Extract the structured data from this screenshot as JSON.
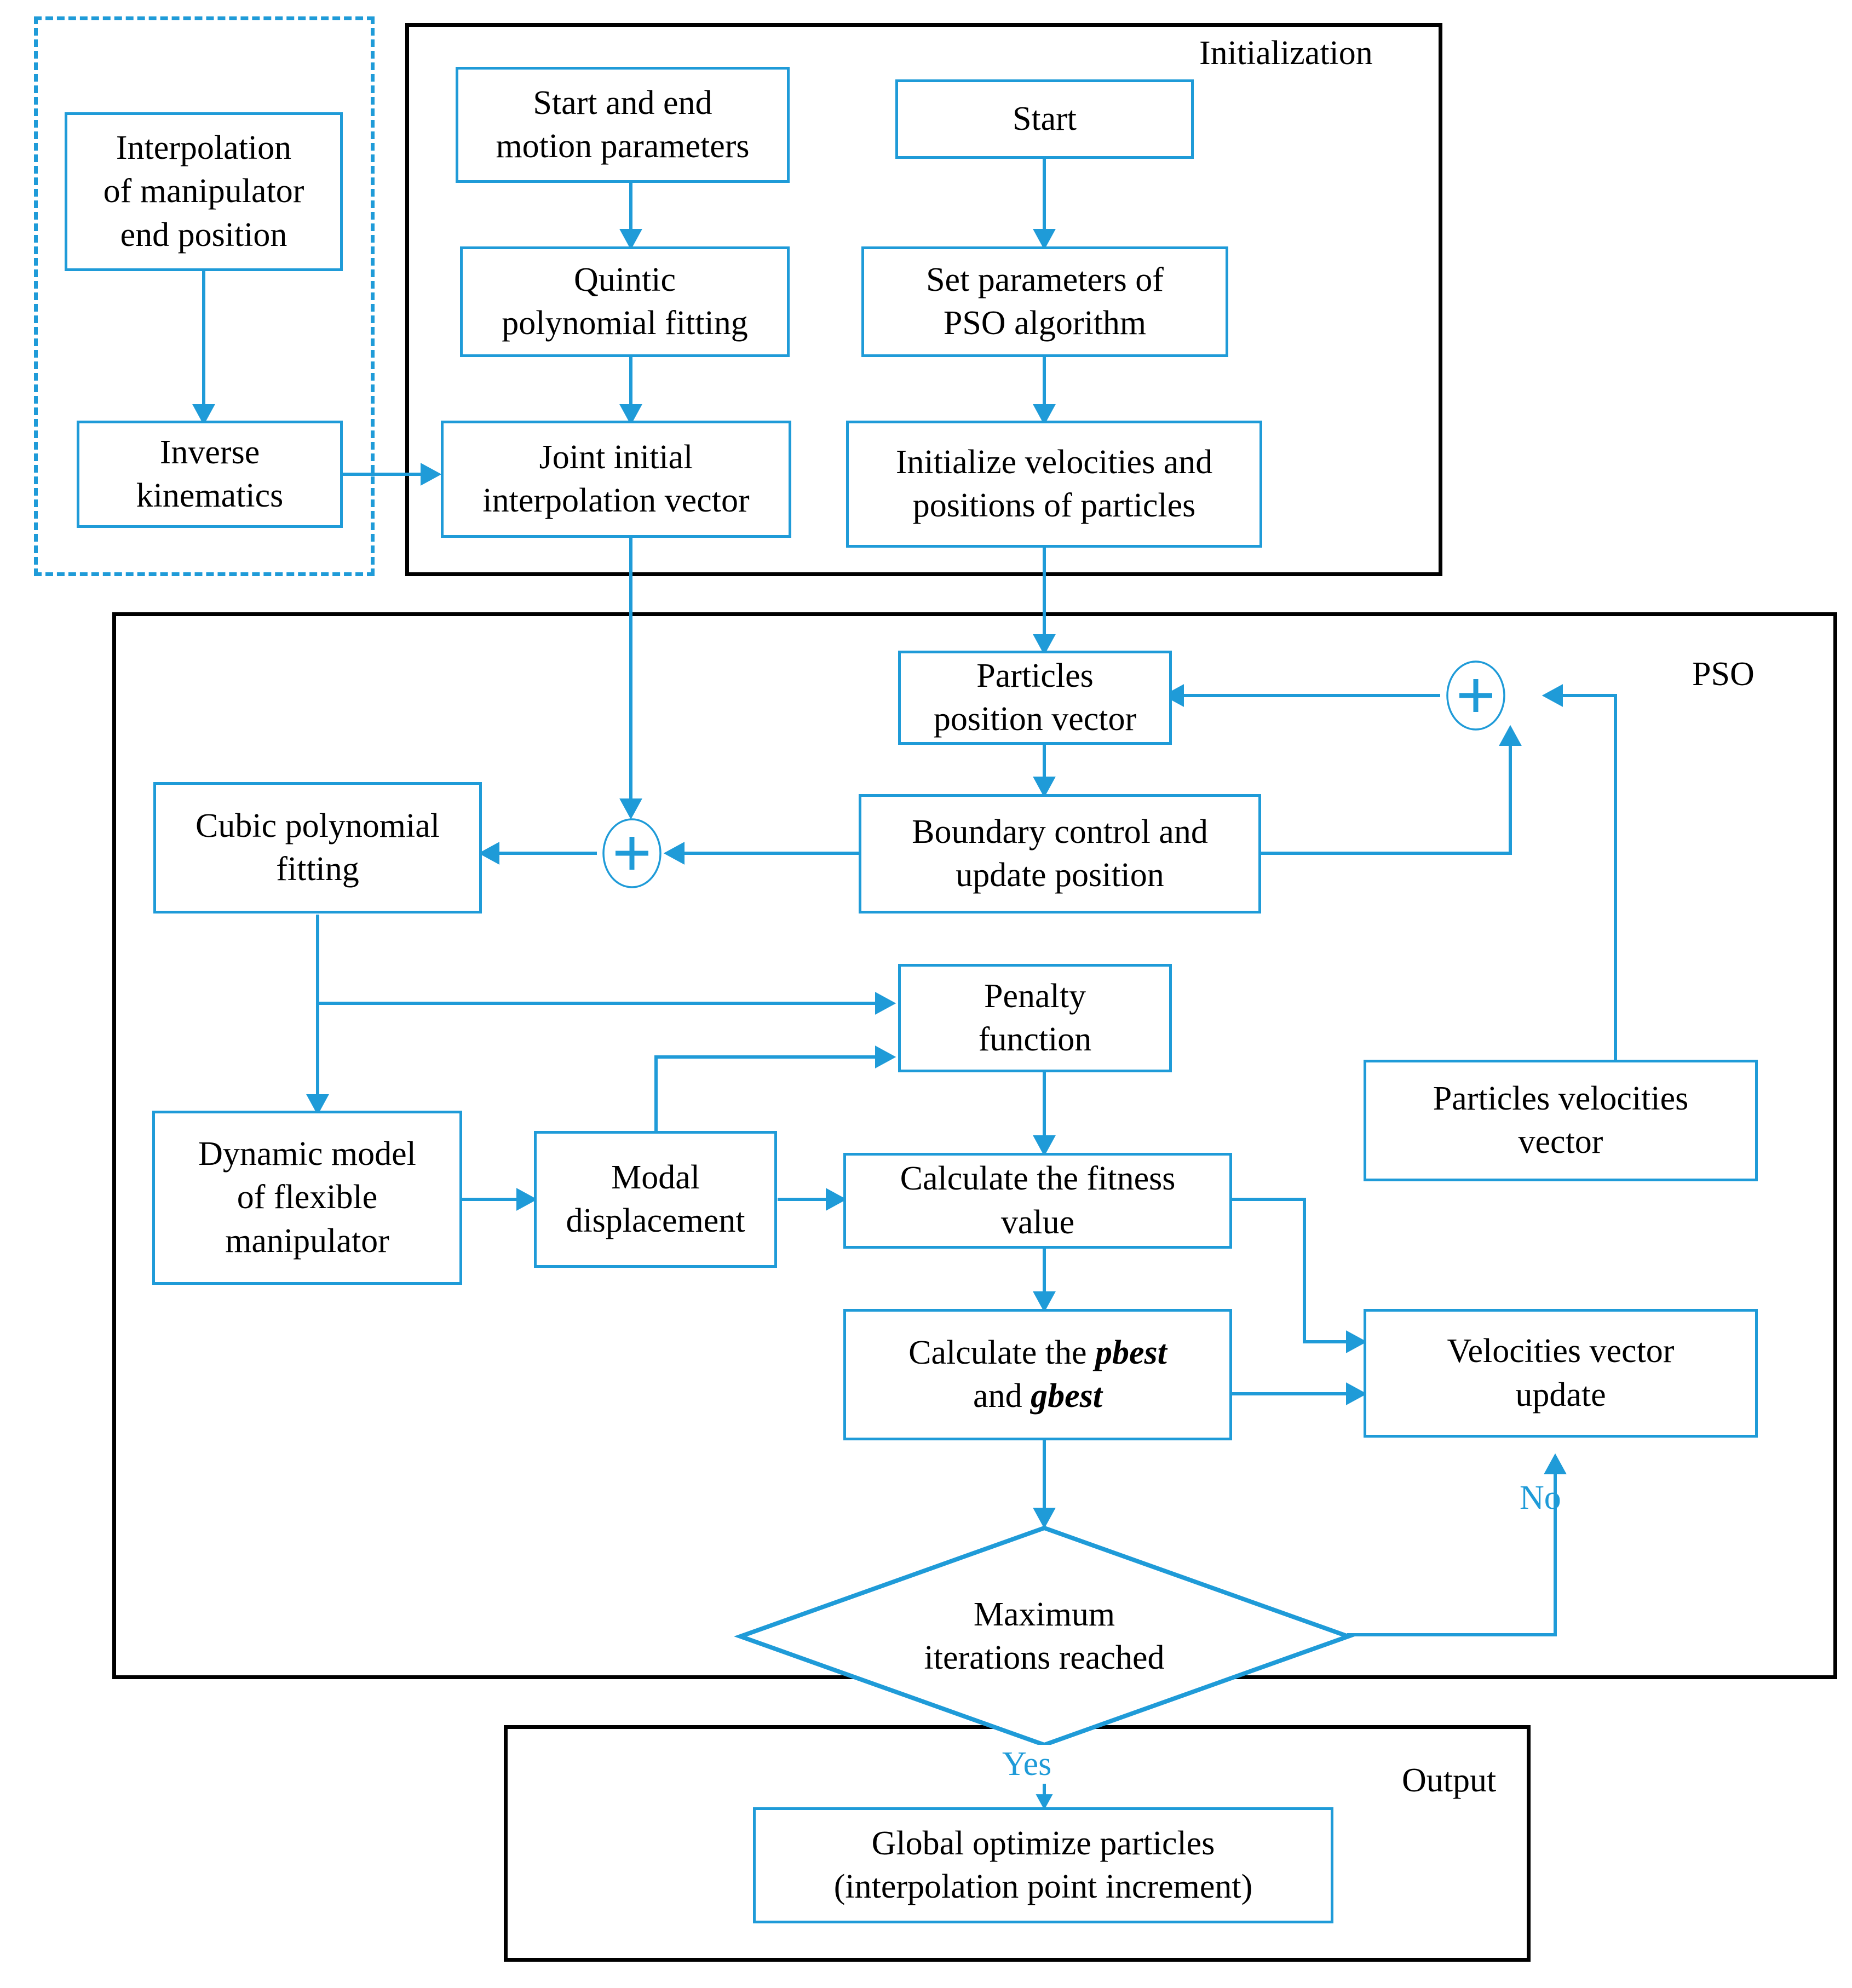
{
  "diagram": {
    "title": "PSO-based trajectory optimization flowchart",
    "accent_color": "#1f9bd8",
    "frame_color": "#000000",
    "containers": [
      {
        "id": "interpolation-group",
        "label": "",
        "style": "dash-dot-blue"
      },
      {
        "id": "initialization-group",
        "label": "Initialization",
        "style": "solid-black"
      },
      {
        "id": "pso-group",
        "label": "PSO",
        "style": "solid-black"
      },
      {
        "id": "output-group",
        "label": "Output",
        "style": "solid-black"
      }
    ],
    "nodes": {
      "interpolation_end_position": "Interpolation\nof manipulator\nend position",
      "inverse_kinematics": "Inverse\nkinematics",
      "start_end_motion_parameters": "Start and end\nmotion parameters",
      "quintic_polynomial_fitting": "Quintic\npolynomial fitting",
      "joint_initial_interpolation_vector": "Joint initial\ninterpolation vector",
      "start": "Start",
      "set_parameters_pso": "Set parameters of\nPSO algorithm",
      "initialize_velocities_positions": "Initialize velocities and\npositions of particles",
      "particles_position_vector": "Particles\nposition vector",
      "boundary_control_update_position": "Boundary control and\nupdate  position",
      "cubic_polynomial_fitting": "Cubic polynomial\nfitting",
      "dynamic_model_flexible_manipulator": "Dynamic model\nof flexible\nmanipulator",
      "modal_displacement": "Modal\ndisplacement",
      "penalty_function": "Penalty\nfunction",
      "calculate_fitness_value": "Calculate the fitness\nvalue",
      "calculate_pbest_gbest_prefix": "Calculate the ",
      "calculate_pbest_gbest_pbest": "pbest",
      "calculate_pbest_gbest_middle": "and ",
      "calculate_pbest_gbest_gbest": "gbest",
      "particles_velocities_vector": "Particles velocities\nvector",
      "velocities_vector_update": "Velocities vector\nupdate",
      "maximum_iterations_reached": "Maximum\niterations reached",
      "global_optimize_particles": "Global optimize particles\n(interpolation point increment)"
    },
    "operators": {
      "sum_left": "+",
      "sum_right": "+"
    },
    "edge_labels": {
      "no": "No",
      "yes": "Yes"
    },
    "group_labels": {
      "initialization": "Initialization",
      "pso": "PSO",
      "output": "Output"
    }
  }
}
